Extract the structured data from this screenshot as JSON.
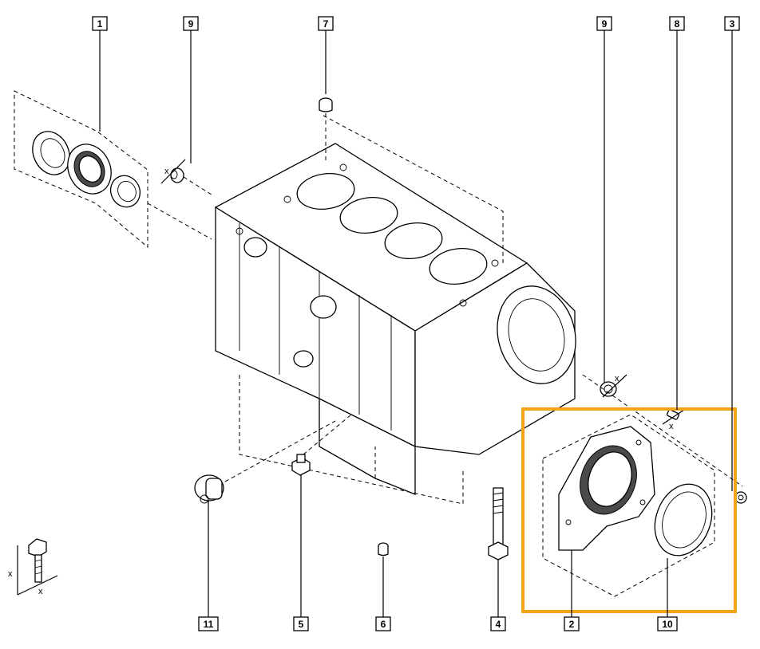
{
  "callouts": [
    {
      "label": "1"
    },
    {
      "label": "9"
    },
    {
      "label": "7"
    },
    {
      "label": "9"
    },
    {
      "label": "8"
    },
    {
      "label": "3"
    },
    {
      "label": "11"
    },
    {
      "label": "5"
    },
    {
      "label": "6"
    },
    {
      "label": "4"
    },
    {
      "label": "2"
    },
    {
      "label": "10"
    }
  ],
  "torque_marks": {
    "axis_x": "x",
    "axis_x2": "x",
    "small_x_9": "x",
    "small_x_9b": "x",
    "small_x_8": "x"
  },
  "colors": {
    "highlight": "#f7a21b",
    "line": "#000000",
    "background": "#ffffff"
  }
}
